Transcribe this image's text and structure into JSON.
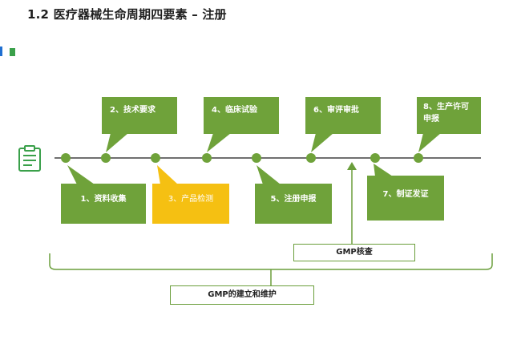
{
  "title": "1.2 医疗器械生命周期四要素 – 注册",
  "colors": {
    "green": "#6fa23a",
    "yellow": "#f5c012",
    "line": "#707070",
    "border_green": "#6a9e3b",
    "accent_blue": "#1f6fd1"
  },
  "icons": {
    "document": "clipboard-document-icon"
  },
  "steps_above": [
    {
      "label": "2、技术要求"
    },
    {
      "label": "4、临床试验"
    },
    {
      "label": "6、审评审批"
    },
    {
      "label": "8、生产许可申报"
    }
  ],
  "steps_below": [
    {
      "label": "1、资料收集"
    },
    {
      "label": "3、产品检测"
    },
    {
      "label": "5、注册申报"
    },
    {
      "label": "7、制证发证"
    }
  ],
  "gmp_check": "GMP核查",
  "gmp_build": "GMP的建立和维护"
}
